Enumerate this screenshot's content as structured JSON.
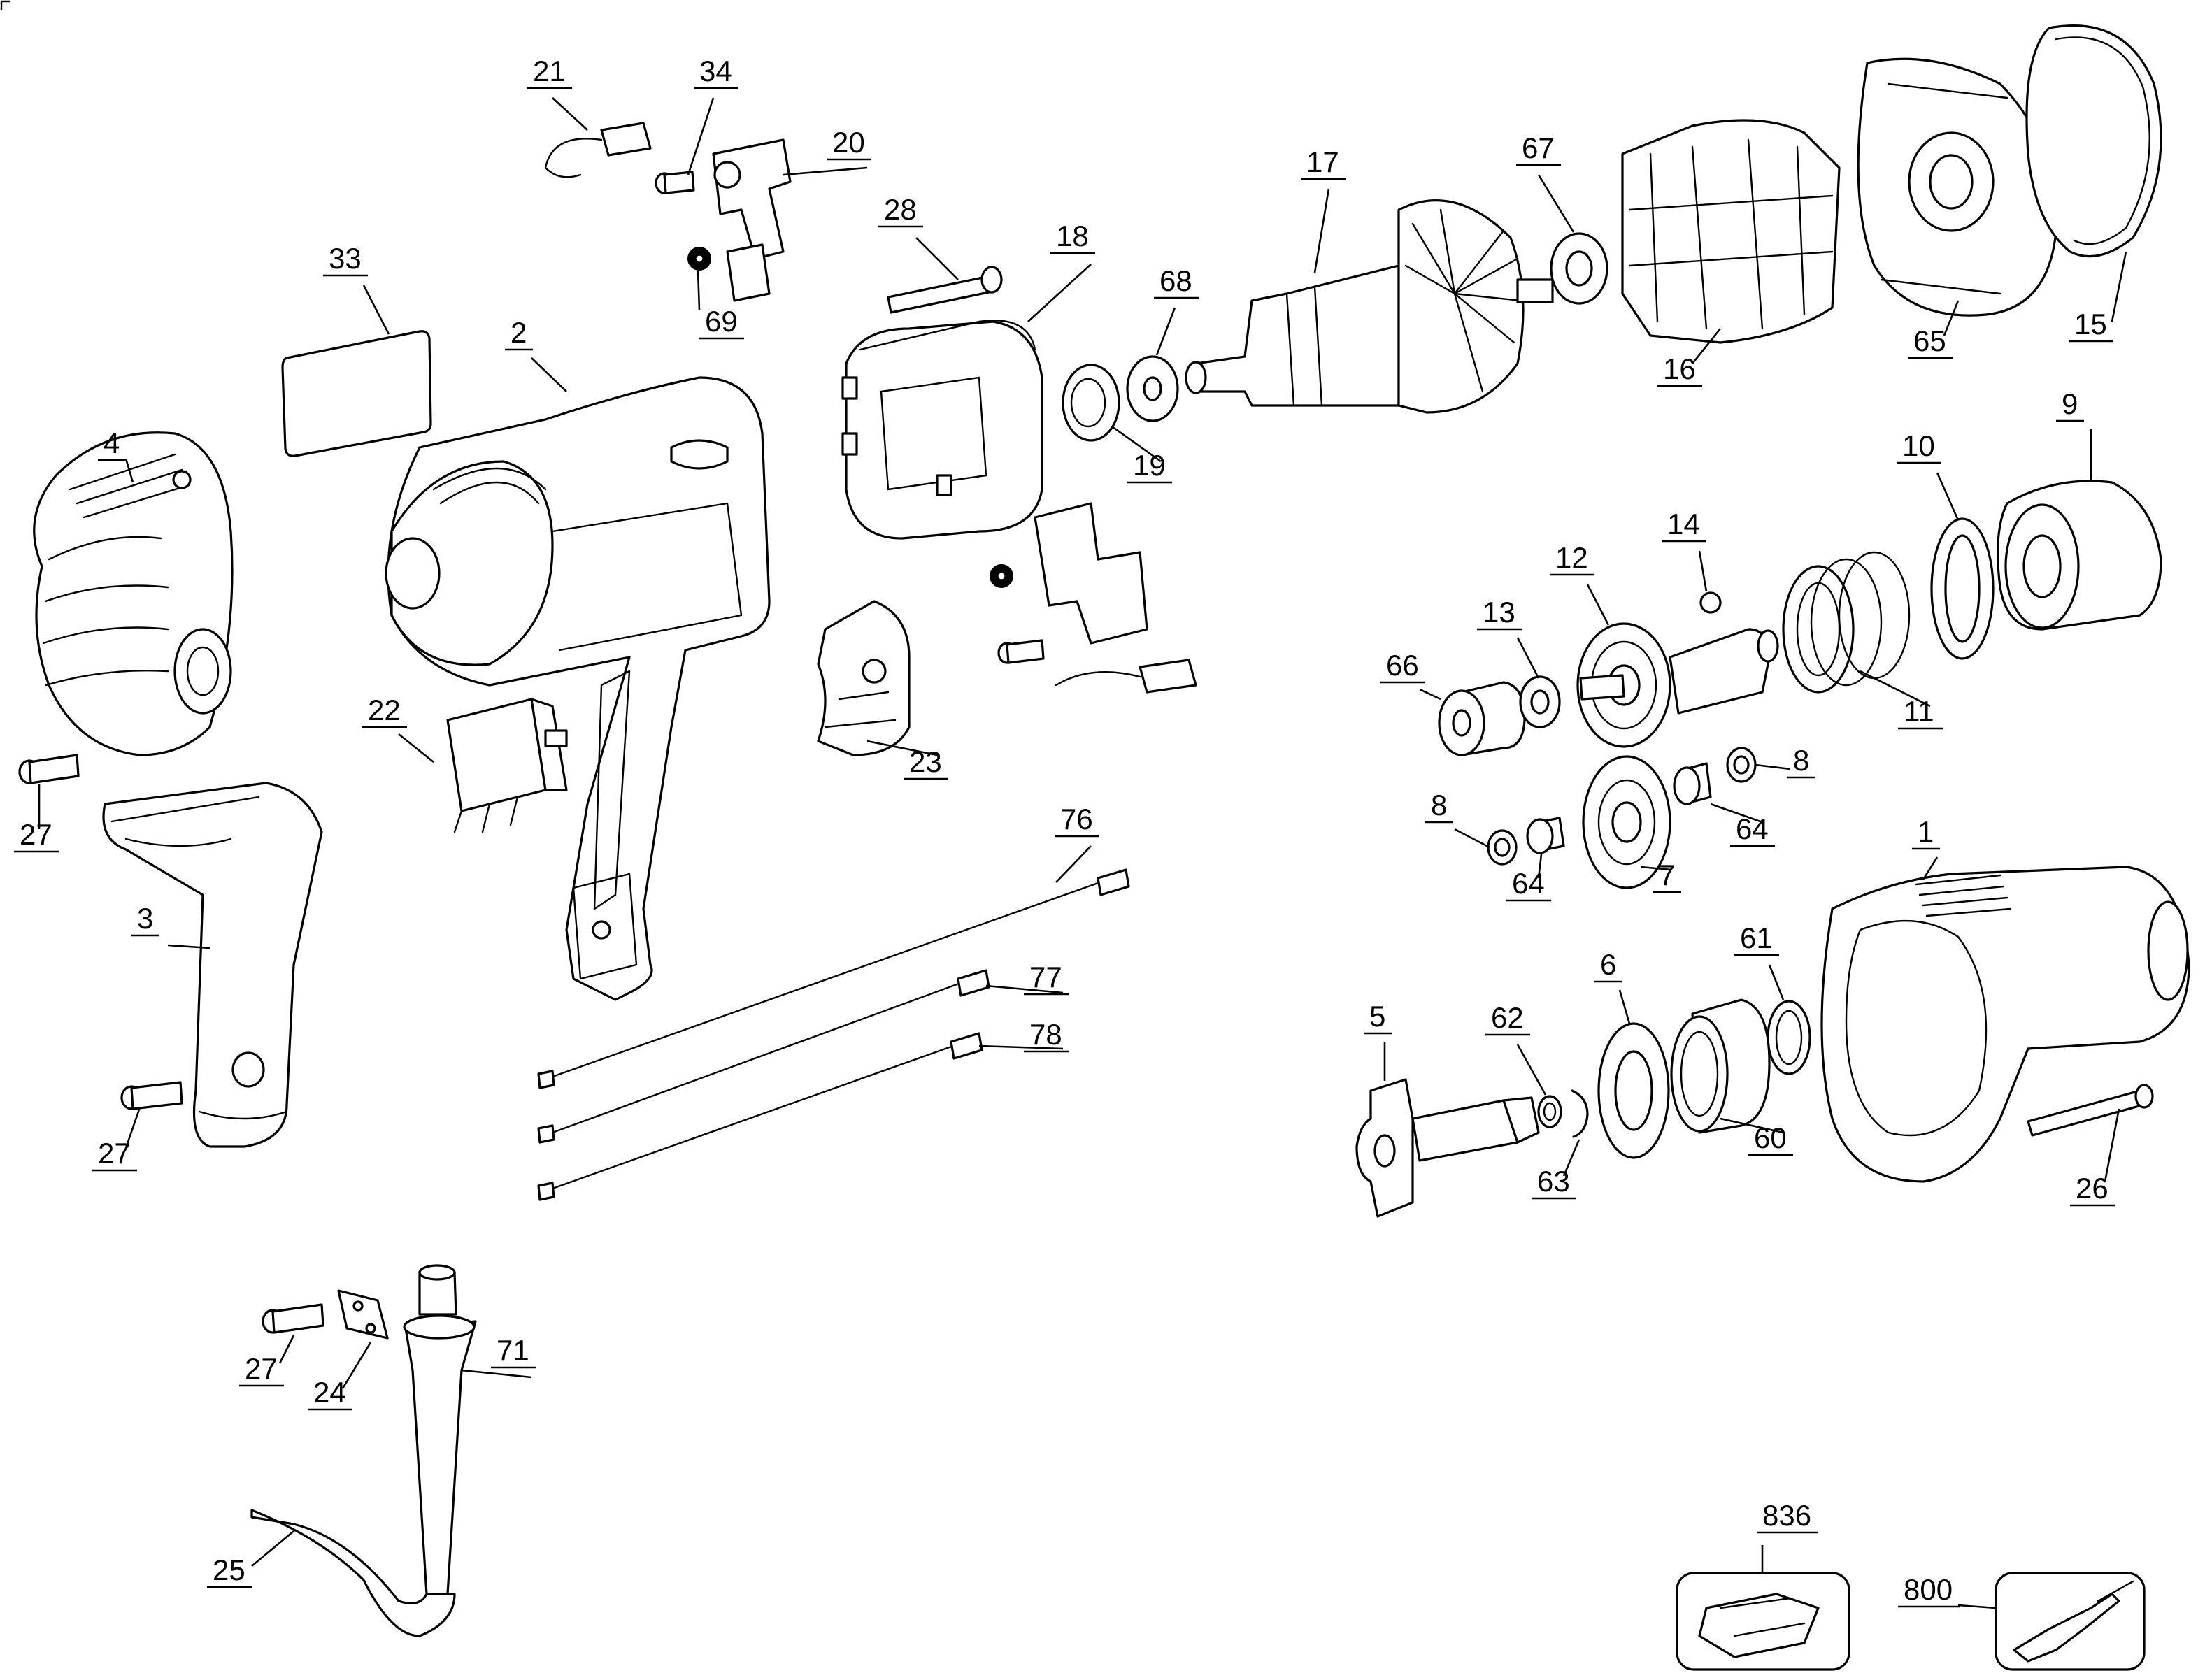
{
  "diagram": {
    "callouts": {
      "p1": "1",
      "p2": "2",
      "p3": "3",
      "p4": "4",
      "p5": "5",
      "p6": "6",
      "p7": "7",
      "p8a": "8",
      "p8b": "8",
      "p9": "9",
      "p10": "10",
      "p11": "11",
      "p12": "12",
      "p13": "13",
      "p14": "14",
      "p15": "15",
      "p16": "16",
      "p17": "17",
      "p18": "18",
      "p19": "19",
      "p20": "20",
      "p21": "21",
      "p22": "22",
      "p23": "23",
      "p24": "24",
      "p25": "25",
      "p26": "26",
      "p27a": "27",
      "p27b": "27",
      "p27c": "27",
      "p28": "28",
      "p33": "33",
      "p34": "34",
      "p60": "60",
      "p61": "61",
      "p62": "62",
      "p63": "63",
      "p64a": "64",
      "p64b": "64",
      "p65": "65",
      "p66": "66",
      "p67": "67",
      "p68": "68",
      "p69": "69",
      "p71": "71",
      "p76": "76",
      "p77": "77",
      "p78": "78",
      "p800": "800",
      "p836": "836"
    }
  }
}
